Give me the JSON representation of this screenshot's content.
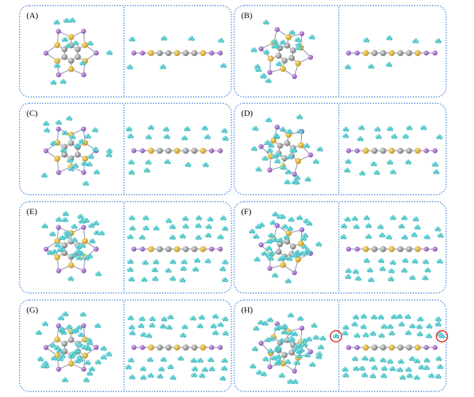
{
  "panels": [
    {
      "label": "(A)",
      "waters": 0
    },
    {
      "label": "(B)",
      "waters": 1
    },
    {
      "label": "(C)",
      "waters": 2
    },
    {
      "label": "(D)",
      "waters": 3
    },
    {
      "label": "(E)",
      "waters": 4
    },
    {
      "label": "(F)",
      "waters": 5
    },
    {
      "label": "(G)",
      "waters": 6
    },
    {
      "label": "(H)",
      "waters": 7
    }
  ],
  "highlighted_panel": "(H)",
  "colors": {
    "border": "#3b7fd1",
    "carbon": "#8c8c8c",
    "sulfur": "#d9ad2f",
    "iodine": "#9b62c4",
    "water": "#35c4c8",
    "highlight": "#e02020"
  }
}
